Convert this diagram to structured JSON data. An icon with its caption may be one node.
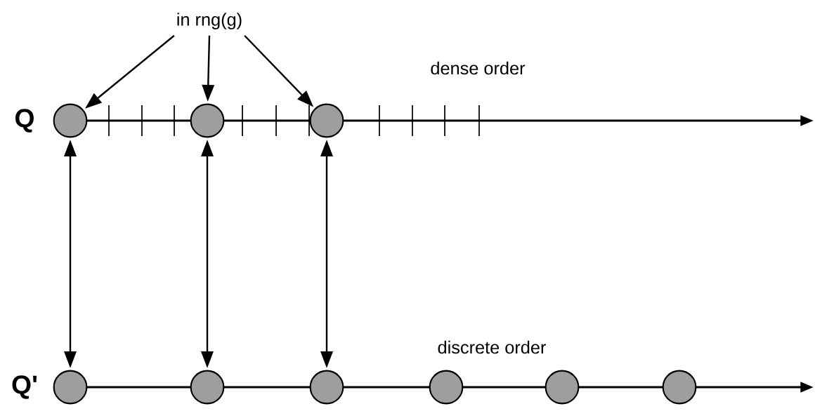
{
  "diagram": {
    "nodes": [
      {
        "text": [
          "in  rng(g)"
        ]
      },
      {
        "text": [],
        "shape": "circle"
      },
      {
        "text": [],
        "shape": "circle"
      },
      {
        "text": [],
        "shape": "circle"
      },
      {
        "text": [],
        "shape": "circle"
      },
      {
        "text": [],
        "shape": "circle"
      },
      {
        "text": [],
        "shape": "circle"
      },
      {
        "text": [],
        "shape": "circle"
      },
      {
        "text": [],
        "shape": "circle"
      },
      {
        "text": [],
        "shape": "circle"
      }
    ],
    "edges": [
      {
        "from": 0,
        "to": 1,
        "arrow": "to"
      },
      {
        "from": 0,
        "to": 2,
        "arrow": "to"
      },
      {
        "from": 0,
        "to": 3,
        "arrow": "to"
      },
      {
        "from": 1,
        "to": 4,
        "arrow": "both"
      },
      {
        "from": 2,
        "to": 5,
        "arrow": "both"
      },
      {
        "from": 3,
        "to": 6,
        "arrow": "both"
      }
    ],
    "labels": [
      "Q",
      "dense  order",
      "discrete  order",
      "Q'"
    ]
  }
}
